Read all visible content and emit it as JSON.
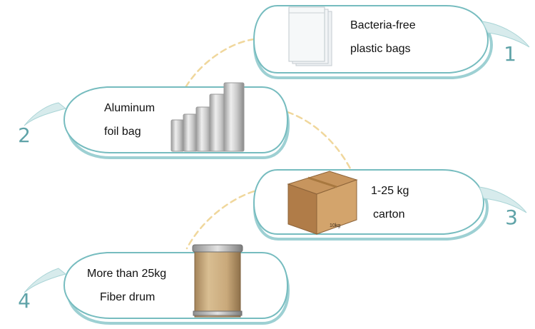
{
  "colors": {
    "pill_border": "#76bcbf",
    "pill_shadow": "#8cc8cb",
    "number_color": "#5fa3a8",
    "connector": "#f0d79c"
  },
  "steps": [
    {
      "number": "1",
      "line1": "Bacteria-free",
      "line2": "plastic bags",
      "image": "plastic-bags-image"
    },
    {
      "number": "2",
      "line1": "Aluminum",
      "line2": "foil bag",
      "image": "foil-bags-image"
    },
    {
      "number": "3",
      "line1": "1-25 kg",
      "line2": "carton",
      "image": "carton-box-image"
    },
    {
      "number": "4",
      "line1": "More than 25kg",
      "line2": "Fiber drum",
      "image": "fiber-drum-image"
    }
  ],
  "carton_marking": "10kg"
}
